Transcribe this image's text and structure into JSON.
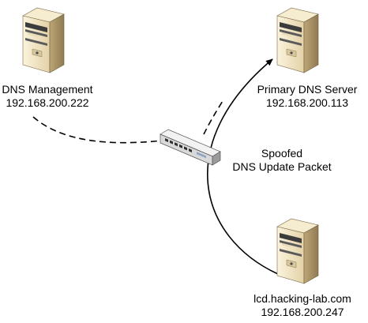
{
  "nodes": {
    "management": {
      "name": "DNS Management",
      "ip": "192.168.200.222"
    },
    "primary": {
      "name": "Primary DNS Server",
      "ip": "192.168.200.113"
    },
    "attacker": {
      "name": "lcd.hacking-lab.com",
      "ip": "192.168.200.247"
    }
  },
  "packet_label": {
    "line1": "Spoofed",
    "line2": "DNS Update Packet"
  },
  "colors": {
    "server_body": "#efe3c4",
    "server_side": "#c9b489",
    "server_dark": "#4a4a4a",
    "switch_body": "#e6e6e6",
    "line": "#000000"
  },
  "icons": {
    "server": "server-tower-icon",
    "switch": "network-switch-icon"
  }
}
